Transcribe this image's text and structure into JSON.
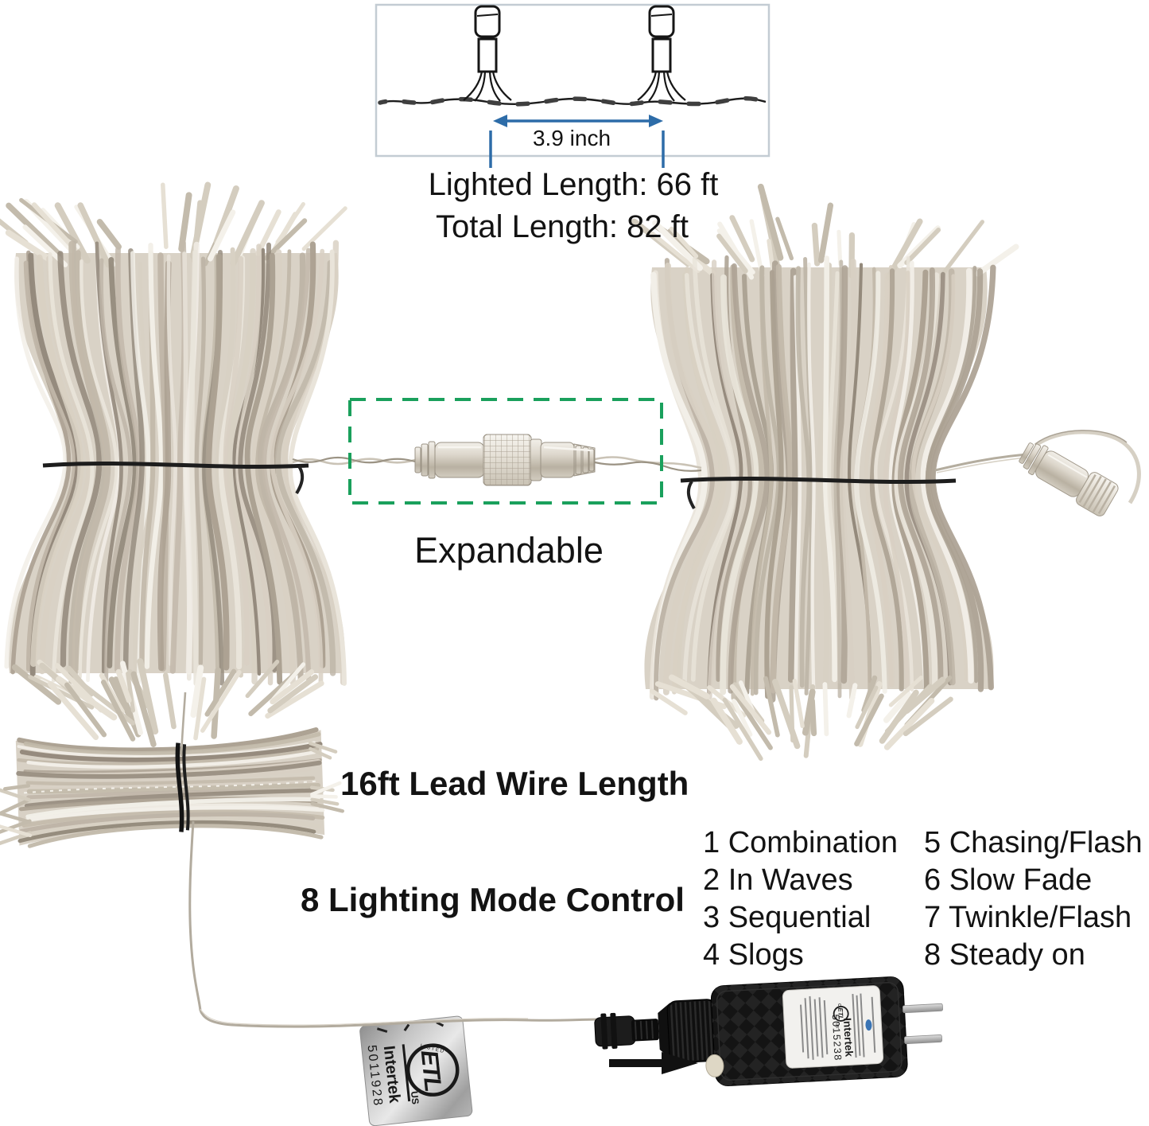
{
  "colors": {
    "accent_blue": "#2d6ca8",
    "dashed_green": "#1aa05c",
    "text": "#131313",
    "diagram_border": "#c3ccd3"
  },
  "spacing_diagram": {
    "distance_label": "3.9 inch"
  },
  "lengths": {
    "lighted": "Lighted Length: 66 ft",
    "total": "Total Length: 82 ft"
  },
  "expandable": {
    "label": "Expandable"
  },
  "lead_wire": {
    "label": "16ft Lead Wire Length"
  },
  "lighting_modes": {
    "title": "8 Lighting Mode Control",
    "column1": [
      "1 Combination",
      "2 In Waves",
      "3 Sequential",
      "4 Slogs"
    ],
    "column2": [
      "5 Chasing/Flash",
      "6 Slow Fade",
      "7 Twinkle/Flash",
      "8 Steady on"
    ]
  },
  "certification": {
    "hang_tag": {
      "etl": "ETL",
      "listed": "LISTED",
      "us": "US",
      "brand": "Intertek",
      "number": "5011928"
    },
    "adapter_label": {
      "c": "c",
      "etl": "ETL",
      "us": "us",
      "brand": "Intertek",
      "number": "5015238"
    }
  }
}
